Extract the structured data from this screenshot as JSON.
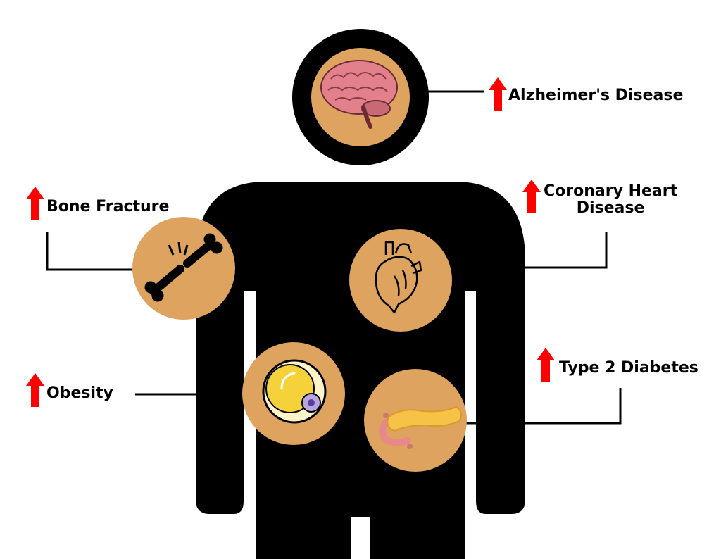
{
  "colors": {
    "silhouette": "#000000",
    "badge": "#DDA35F",
    "arrow": "#FF0000",
    "line": "#000000",
    "background": "#FFFFFF"
  },
  "conditions": [
    {
      "key": "alzheimers",
      "lines": [
        "Alzheimer's Disease"
      ],
      "icon": "brain-icon",
      "trend": "up"
    },
    {
      "key": "bone_fracture",
      "lines": [
        "Bone Fracture"
      ],
      "icon": "broken-bone-icon",
      "trend": "up"
    },
    {
      "key": "coronary",
      "lines": [
        "Coronary Heart",
        "Disease"
      ],
      "icon": "heart-icon",
      "trend": "up"
    },
    {
      "key": "obesity",
      "lines": [
        "Obesity"
      ],
      "icon": "fat-cell-icon",
      "trend": "up"
    },
    {
      "key": "diabetes",
      "lines": [
        "Type 2 Diabetes"
      ],
      "icon": "pancreas-icon",
      "trend": "up"
    }
  ]
}
